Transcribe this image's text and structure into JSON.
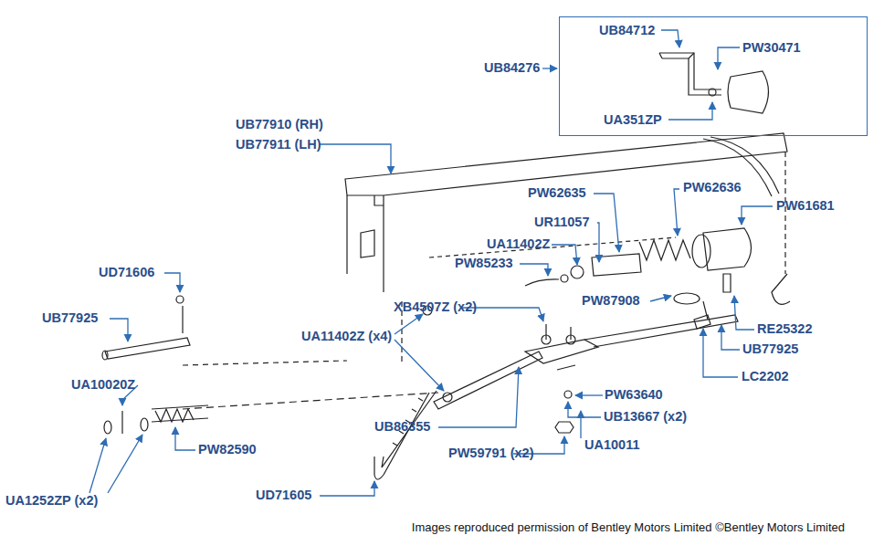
{
  "diagram": {
    "caption": "Images reproduced permission of Bentley Motors Limited ©Bentley Motors Limited",
    "nodes": [
      {
        "text": [
          "UB84712",
          "PW30471",
          "UA351ZP"
        ]
      }
    ],
    "labels": [
      "UB84276",
      "UB77910 (RH)",
      "UB77911 (LH)",
      "PW62635",
      "PW62636",
      "PW61681",
      "UR11057",
      "UA11402Z",
      "PW85233",
      "UD71606",
      "UB77925",
      "XB4507Z (x2)",
      "PW87908",
      "RE25322",
      "UA11402Z (x4)",
      "UB77925",
      "UA10020Z",
      "LC2202",
      "PW63640",
      "UB86355",
      "UB13667 (x2)",
      "PW82590",
      "PW59791 (x2)",
      "UA10011",
      "UA1252ZP (x2)",
      "UD71605"
    ]
  }
}
